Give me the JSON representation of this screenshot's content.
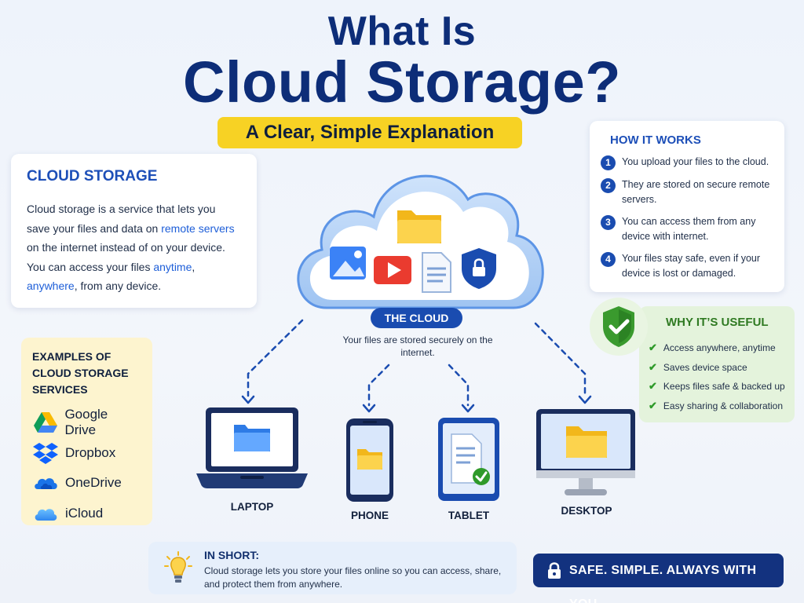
{
  "title": {
    "line1": "What Is",
    "line2": "Cloud Storage?",
    "subtitle": "A Clear, Simple Explanation"
  },
  "definition": {
    "heading": "CLOUD STORAGE",
    "t1": "Cloud storage is a service that lets you save your files and data on ",
    "h1": "remote servers",
    "t2": " on the internet instead of on your device. You can access your files ",
    "h2": "anytime",
    "t3": ", ",
    "h3": "anywhere",
    "t4": ", from any device."
  },
  "examples": {
    "heading": "EXAMPLES OF CLOUD STORAGE SERVICES",
    "items": [
      {
        "label": "Google Drive",
        "icon": "google-drive-icon"
      },
      {
        "label": "Dropbox",
        "icon": "dropbox-icon"
      },
      {
        "label": "OneDrive",
        "icon": "onedrive-icon"
      },
      {
        "label": "iCloud",
        "icon": "icloud-icon"
      }
    ]
  },
  "how": {
    "heading": "HOW IT WORKS",
    "steps": [
      {
        "n": "1",
        "text": "You upload your files to the cloud."
      },
      {
        "n": "2",
        "text": "They are stored on secure remote servers."
      },
      {
        "n": "3",
        "text": "You can access them from any device with internet."
      },
      {
        "n": "4",
        "text": "Your files stay safe, even if your device is lost or damaged."
      }
    ]
  },
  "why": {
    "heading": "WHY IT’S USEFUL",
    "items": [
      "Access anywhere, anytime",
      "Saves device space",
      "Keeps files safe & backed up",
      "Easy sharing & collaboration"
    ]
  },
  "cloud": {
    "label": "THE CLOUD",
    "caption": "Your files are stored securely on the internet."
  },
  "devices": {
    "laptop": "LAPTOP",
    "phone": "PHONE",
    "tablet": "TABLET",
    "desktop": "DESKTOP"
  },
  "short": {
    "heading": "IN SHORT:",
    "text": "Cloud storage lets you store your files online so you can access, share, and protect them from anywhere."
  },
  "tagline": "SAFE. SIMPLE. ALWAYS WITH YOU.",
  "colors": {
    "navy": "#0d2d78",
    "blue": "#1d4fb8",
    "yellow": "#f7d224",
    "green": "#2f9a2a"
  }
}
